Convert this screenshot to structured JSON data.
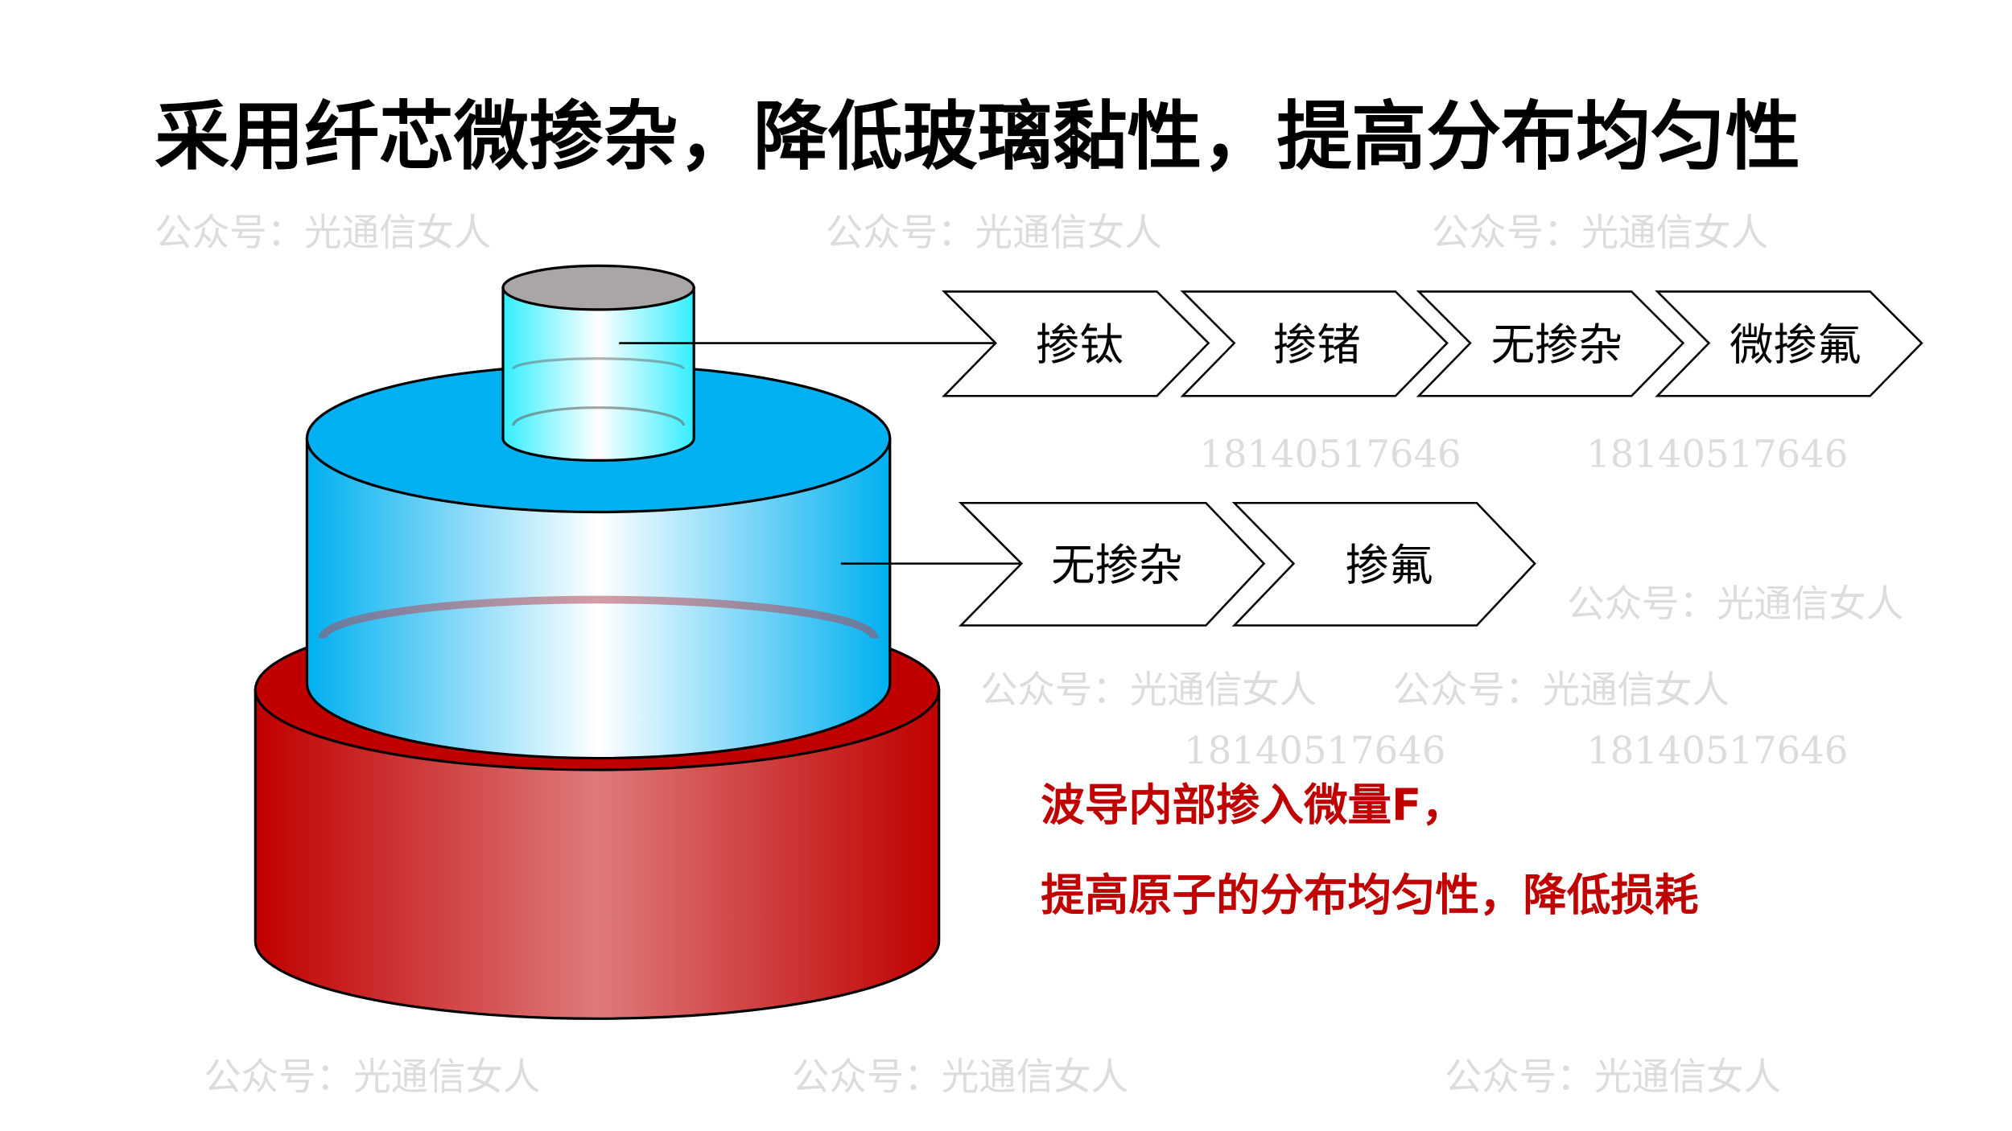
{
  "title": "采用纤芯微掺杂，降低玻璃黏性，提高分布均匀性",
  "row1": [
    "掺钛",
    "掺锗",
    "无掺杂",
    "微掺氟"
  ],
  "row2": [
    "无掺杂",
    "掺氟"
  ],
  "note": {
    "line1": "波导内部掺入微量F，",
    "line2": "提高原子的分布均匀性，降低损耗"
  },
  "watermark": {
    "account": "公众号：光通信女人",
    "phone": "18140517646"
  },
  "colors": {
    "cladding_red": "#c00000",
    "inner_blue": "#00b0f0",
    "core_cyan": "#33eeff",
    "note_red": "#c00000"
  }
}
